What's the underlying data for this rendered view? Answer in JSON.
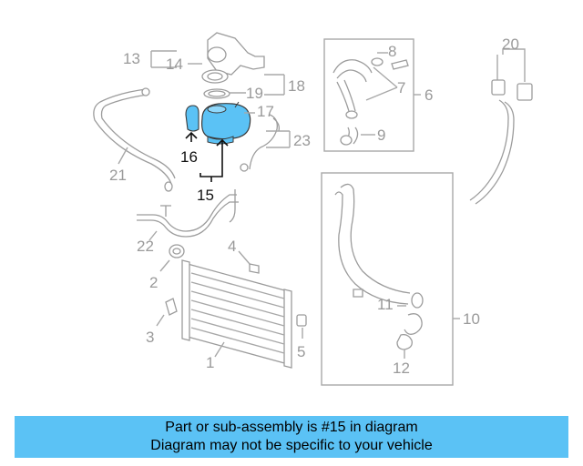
{
  "callouts": {
    "c1": "1",
    "c2": "2",
    "c3": "3",
    "c4": "4",
    "c5": "5",
    "c6": "6",
    "c7": "7",
    "c8": "8",
    "c9": "9",
    "c10": "10",
    "c11": "11",
    "c12": "12",
    "c13": "13",
    "c14": "14",
    "c15": "15",
    "c16": "16",
    "c17": "17",
    "c18": "18",
    "c19": "19",
    "c20": "20",
    "c21": "21",
    "c22": "22",
    "c23": "23"
  },
  "highlight": {
    "color": "#5bc2f5",
    "part": "15"
  },
  "banner": {
    "line1": "Part or sub-assembly is #15 in diagram",
    "line2": "Diagram may not be specific to your vehicle"
  }
}
